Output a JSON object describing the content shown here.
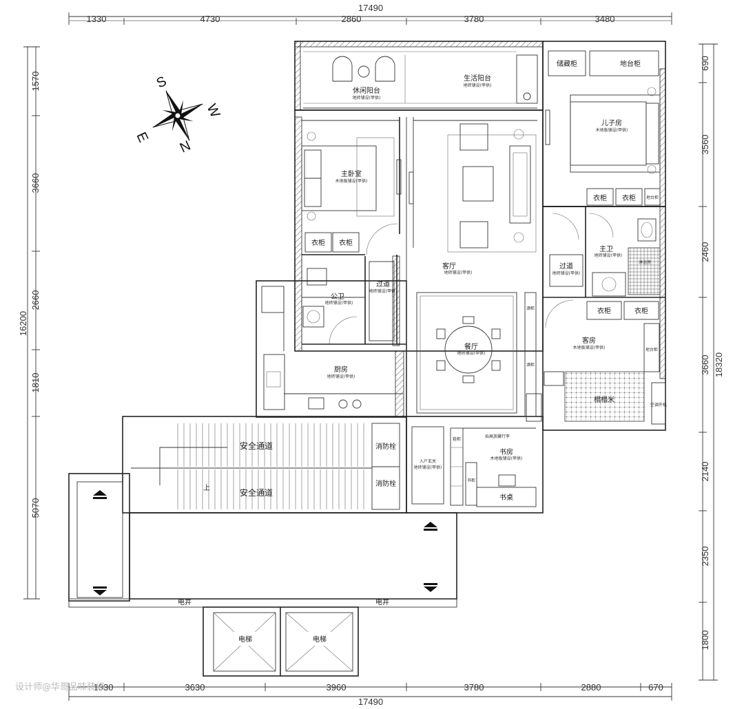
{
  "dimensions": {
    "top_total": "17490",
    "top_segments": [
      "1330",
      "4730",
      "2860",
      "3780",
      "3480"
    ],
    "bottom_total": "17490",
    "bottom_segments": [
      "1330",
      "3630",
      "3960",
      "3780",
      "2880",
      "670"
    ],
    "left_total": "16200",
    "left_segments": [
      "1570",
      "3660",
      "2660",
      "1810",
      "5070"
    ],
    "right_total": "18320",
    "right_segments": [
      "690",
      "3560",
      "2460",
      "3660",
      "2140",
      "2350",
      "1800"
    ]
  },
  "compass": {
    "s": "S",
    "w": "W",
    "n": "N",
    "e": "E"
  },
  "rooms": {
    "leisure_balcony": {
      "name": "休闲阳台",
      "note": "地砖铺设(甲供)"
    },
    "service_balcony": {
      "name": "生活阳台",
      "note": "地砖铺设(甲供)"
    },
    "storage_cabinet": "储藏柜",
    "balcony_cabinet": "地台柜",
    "master_bedroom": {
      "name": "主卧室",
      "note": "木地板铺设(甲供)"
    },
    "son_room": {
      "name": "儿子房",
      "note": "木地板铺设(甲供)"
    },
    "living_room": {
      "name": "客厅",
      "note": "地砖铺设(甲供)"
    },
    "corridor_left": {
      "name": "过道",
      "note": "地砖铺设(甲供)"
    },
    "corridor_right": {
      "name": "过道",
      "note": "地砖铺设(甲供)"
    },
    "public_bath": {
      "name": "公卫",
      "note": "地砖铺设(甲供)"
    },
    "master_bath": {
      "name": "主卫",
      "note": "地砖铺设(甲供)"
    },
    "shower": "淋浴房",
    "guest_room": {
      "name": "客房",
      "note": "木地板铺设(甲供)"
    },
    "dining_room": {
      "name": "餐厅",
      "note": "地砖铺设(甲供)"
    },
    "kitchen": {
      "name": "厨房",
      "note": "地砖铺设(甲供)"
    },
    "entrance": {
      "name": "入户玄关",
      "note": "地砖铺设(甲供)"
    },
    "study": {
      "name": "书房",
      "note": "木地板铺设(甲供)"
    },
    "desk": "书桌",
    "wardrobe": "衣柜",
    "shoe_cabinet": "鞋柜",
    "bookcase": "书柜",
    "wine_cabinet": "酒柜",
    "platform_cabinet": "地台柜",
    "ac_unit": "空调外机",
    "tatami": "榻榻米",
    "raised_storage": "抬高放藏行李",
    "fire_hydrant": "消防栓",
    "safety_passage": "安全通道",
    "stair_up": "上",
    "elevator": "电梯",
    "electric_shaft": "电井"
  },
  "watermark": "设计师@华哥品味装修"
}
